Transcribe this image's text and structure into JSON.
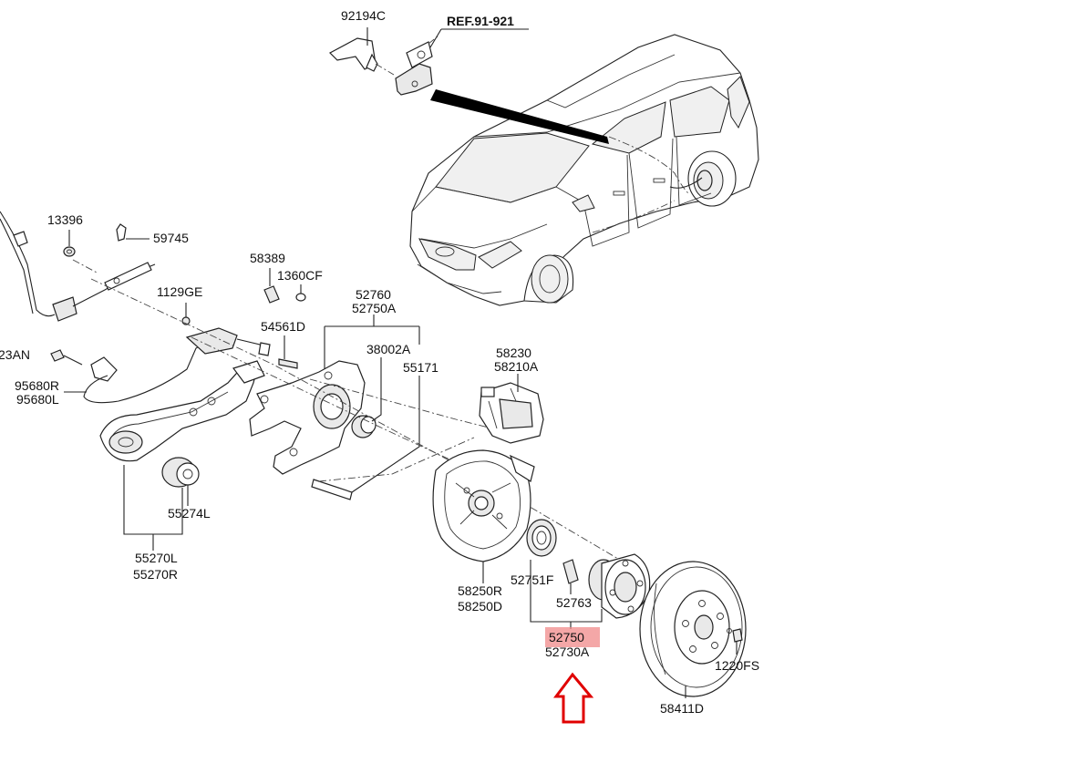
{
  "diagram": {
    "reference_label": "REF.91-921",
    "labels": {
      "p92194C": "92194C",
      "p13396": "13396",
      "p59745": "59745",
      "p58389": "58389",
      "p1360CF": "1360CF",
      "p1129GE": "1129GE",
      "p52760": "52760",
      "p52750A": "52750A",
      "p54561D": "54561D",
      "p38002A": "38002A",
      "p55171": "55171",
      "p1123AN": "23AN",
      "p95680R": "95680R",
      "p95680L": "95680L",
      "p58230": "58230",
      "p58210A": "58210A",
      "p55274L": "55274L",
      "p55270L": "55270L",
      "p55270R": "55270R",
      "p58250R": "58250R",
      "p58250D": "58250D",
      "p52751F": "52751F",
      "p52763": "52763",
      "p52750": "52750",
      "p52730A": "52730A",
      "p1220FS": "1220FS",
      "p58411D": "58411D"
    },
    "highlight_color": "#f08a8a",
    "arrow_color": "#e00000"
  }
}
